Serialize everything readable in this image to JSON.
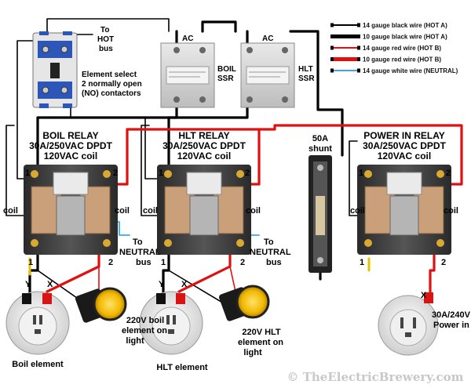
{
  "legend": [
    {
      "label": "14 gauge black wire (HOT A)",
      "color": "#000000",
      "thick": false
    },
    {
      "label": "10 gauge black wire (HOT A)",
      "color": "#000000",
      "thick": true
    },
    {
      "label": "14 gauge red wire (HOT B)",
      "color": "#e11010",
      "thick": false
    },
    {
      "label": "10 gauge red wire (HOT B)",
      "color": "#e11010",
      "thick": true
    },
    {
      "label": "14 gauge white wire (NEUTRAL)",
      "color": "#39a9e8",
      "thick": false
    }
  ],
  "selector": {
    "to_hot_line1": "To",
    "to_hot_line2": "HOT",
    "to_hot_line3": "bus",
    "desc_line1": "Element select",
    "desc_line2": "2 normally open",
    "desc_line3": "(NO) contactors"
  },
  "ssr": {
    "boil": {
      "ac": "AC",
      "name1": "BOIL",
      "name2": "SSR"
    },
    "hlt": {
      "ac": "AC",
      "name1": "HLT",
      "name2": "SSR"
    }
  },
  "relays": {
    "boil": {
      "title1": "BOIL RELAY",
      "title2": "30A/250VAC DPDT",
      "title3": "120VAC coil",
      "t1": "1",
      "t2": "2",
      "coil_l": "coil",
      "coil_r": "coil",
      "b1": "1",
      "b2": "2"
    },
    "hlt": {
      "title1": "HLT RELAY",
      "title2": "30A/250VAC DPDT",
      "title3": "120VAC coil",
      "t1": "1",
      "t2": "2",
      "coil_l": "coil",
      "coil_r": "coil",
      "b1": "1",
      "b2": "2"
    },
    "power": {
      "title1": "POWER IN RELAY",
      "title2": "30A/250VAC DPDT",
      "title3": "120VAC coil",
      "t1": "1",
      "t2": "2",
      "coil_l": "coil",
      "coil_r": "coil",
      "b1": "1",
      "b2": "2"
    }
  },
  "shunt": {
    "line1": "50A",
    "line2": "shunt"
  },
  "neutral": {
    "boil": {
      "line1": "To",
      "line2": "NEUTRAL",
      "line3": "bus"
    },
    "hlt": {
      "line1": "To",
      "line2": "NEUTRAL",
      "line3": "bus"
    }
  },
  "outlets": {
    "boil": {
      "y": "Y",
      "x": "X",
      "label": "Boil element"
    },
    "hlt": {
      "y": "Y",
      "x": "X",
      "label": "HLT element"
    },
    "power": {
      "x": "X",
      "line1": "30A/240V",
      "line2": "Power in"
    }
  },
  "lights": {
    "boil": {
      "line1": "220V boil",
      "line2": "element on",
      "line3": "light"
    },
    "hlt": {
      "line1": "220V HLT",
      "line2": "element on",
      "line3": "light"
    }
  },
  "watermark": "© TheElectricBrewery.com"
}
